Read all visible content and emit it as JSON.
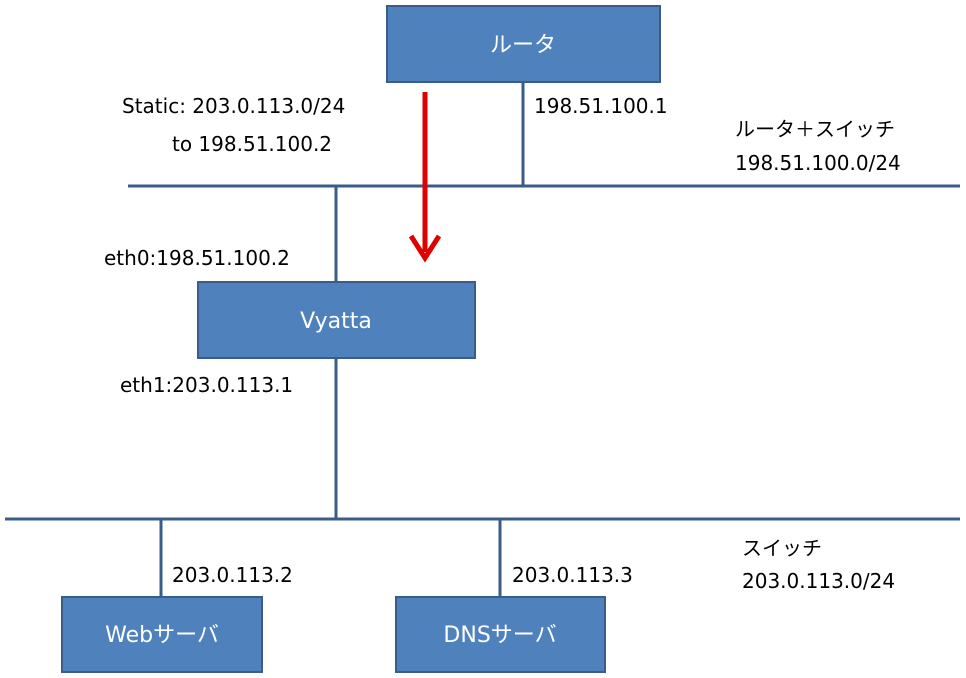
{
  "nodes": {
    "router": "ルータ",
    "vyatta": "Vyatta",
    "web": "Webサーバ",
    "dns": "DNSサーバ"
  },
  "addresses": {
    "router_ip": "198.51.100.1",
    "vyatta_eth0": "eth0:198.51.100.2",
    "vyatta_eth1": "eth1:203.0.113.1",
    "web_ip": "203.0.113.2",
    "dns_ip": "203.0.113.3"
  },
  "static_route": {
    "line1": "Static: 203.0.113.0/24",
    "line2": "to 198.51.100.2"
  },
  "networks": {
    "upper": {
      "name": "ルータ＋スイッチ",
      "subnet": "198.51.100.0/24"
    },
    "lower": {
      "name": "スイッチ",
      "subnet": "203.0.113.0/24"
    }
  },
  "colors": {
    "box_fill": "#4f81bd",
    "box_stroke": "#385d8a",
    "line": "#385d8a",
    "arrow": "#e00000"
  }
}
